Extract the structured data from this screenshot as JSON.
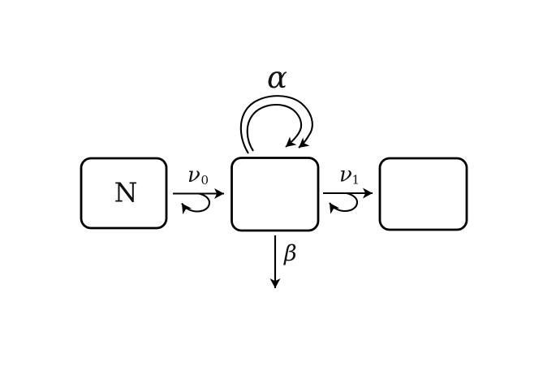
{
  "diagram": {
    "type": "state-flow-diagram",
    "background_color": "#ffffff",
    "stroke_color": "#000000",
    "text_color": "#111111",
    "boxes": [
      {
        "id": "left-box",
        "label": "N"
      },
      {
        "id": "middle-box",
        "label": ""
      },
      {
        "id": "right-box",
        "label": ""
      }
    ],
    "edge_labels": {
      "nu0": {
        "symbol": "ν",
        "subscript": "0"
      },
      "alpha": {
        "symbol": "α"
      },
      "nu1": {
        "symbol": "ν",
        "subscript": "1"
      },
      "beta": {
        "symbol": "β"
      }
    }
  }
}
